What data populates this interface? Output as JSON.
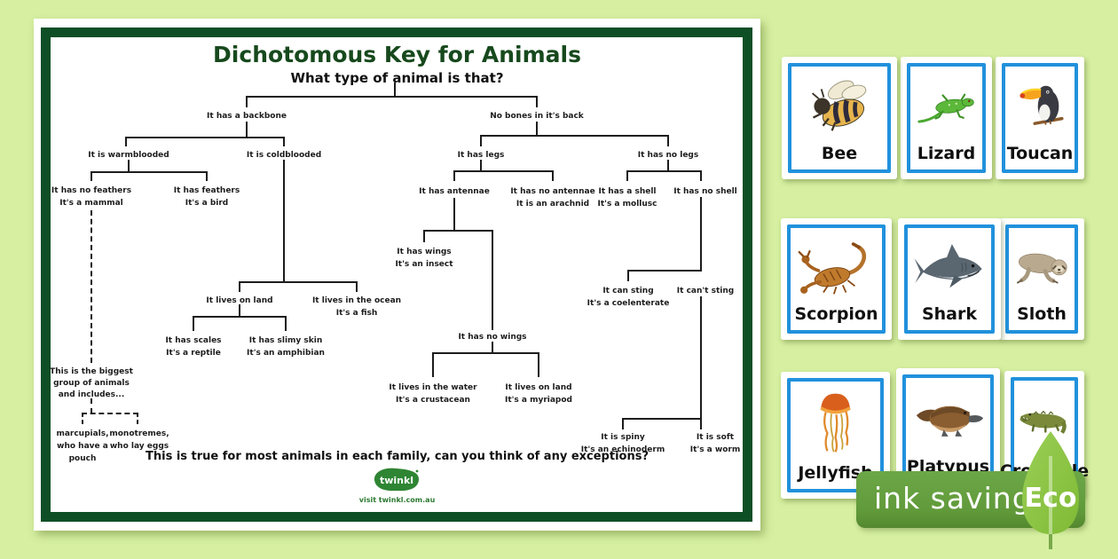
{
  "colors": {
    "background": "#d6efa1",
    "frame": "#0f4f26",
    "title": "#17491d",
    "card_border": "#2191dc",
    "badge_bar": "#619a3a",
    "badge_leaf": "#8dc63f"
  },
  "poster": {
    "title": "Dichotomous Key for Animals",
    "subtitle": "What type of animal is that?",
    "footer": "This is true for most animals in each family, can you think of any exceptions?",
    "brand": "twinkl",
    "brand_url": "visit twinkl.com.au",
    "nodes": {
      "backbone": "It has a backbone",
      "no_bones": "No bones in it's back",
      "warm": "It is warmblooded",
      "cold": "It is coldblooded",
      "no_feathers_1": "It has no feathers",
      "no_feathers_2": "It's a mammal",
      "feathers_1": "It has feathers",
      "feathers_2": "It's a bird",
      "biggest_1": "This is the biggest",
      "biggest_2": "group of animals",
      "biggest_3": "and includes...",
      "marsupials_1": "marcupials,",
      "marsupials_2": "who have a",
      "marsupials_3": "pouch",
      "monotremes_1": "monotremes,",
      "monotremes_2": "who lay eggs",
      "land": "It lives on land",
      "ocean_1": "It lives in the ocean",
      "ocean_2": "It's a fish",
      "scales_1": "It has scales",
      "scales_2": "It's a reptile",
      "slimy_1": "It has slimy skin",
      "slimy_2": "It's an amphibian",
      "legs": "It has legs",
      "no_legs": "It has no legs",
      "antennae": "It has antennae",
      "no_antennae_1": "It has no antennae",
      "no_antennae_2": "It is an arachnid",
      "shell_1": "It has a shell",
      "shell_2": "It's a mollusc",
      "no_shell": "It has no shell",
      "wings_1": "It has wings",
      "wings_2": "It's an insect",
      "no_wings": "It has no wings",
      "water_1": "It lives in the water",
      "water_2": "It's a crustacean",
      "land2_1": "It lives on land",
      "land2_2": "It's a myriapod",
      "sting_1": "It can sting",
      "sting_2": "It's a coelenterate",
      "no_sting": "It can't sting",
      "spiny_1": "It is spiny",
      "spiny_2": "It's an echinoderm",
      "soft_1": "It is soft",
      "soft_2": "It's a worm"
    }
  },
  "cards": [
    {
      "label": "Bee"
    },
    {
      "label": "Lizard"
    },
    {
      "label": "Toucan"
    },
    {
      "label": "Scorpion"
    },
    {
      "label": "Shark"
    },
    {
      "label": "Sloth"
    },
    {
      "label": "Jellyfish"
    },
    {
      "label": "Platypus"
    },
    {
      "label": "Crocodile"
    }
  ],
  "badge": {
    "label": "ink saving",
    "eco": "Eco"
  }
}
